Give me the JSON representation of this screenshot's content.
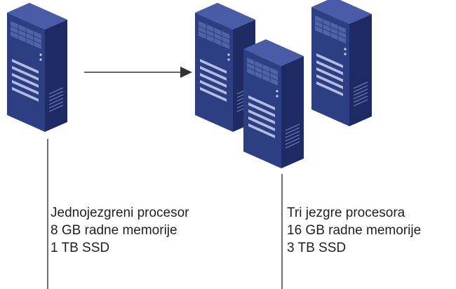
{
  "colors": {
    "server_front": "#2e3e82",
    "server_side": "#1d2a63",
    "server_top": "#4a5ca8",
    "server_detail": "#6f80c4",
    "server_highlight": "#c9d3f5",
    "connector": "#333333"
  },
  "single_server": {
    "icon": "server-tower-icon",
    "specs": [
      "Jednojezgreni procesor",
      "8 GB radne memorije",
      "1 TB SSD"
    ]
  },
  "cluster": {
    "icon": "server-cluster-icon",
    "server_count": 3,
    "specs": [
      "Tri jezgre procesora",
      "16 GB radne memorije",
      "3 TB SSD"
    ]
  },
  "connector": {
    "icon": "arrow-right-icon"
  }
}
